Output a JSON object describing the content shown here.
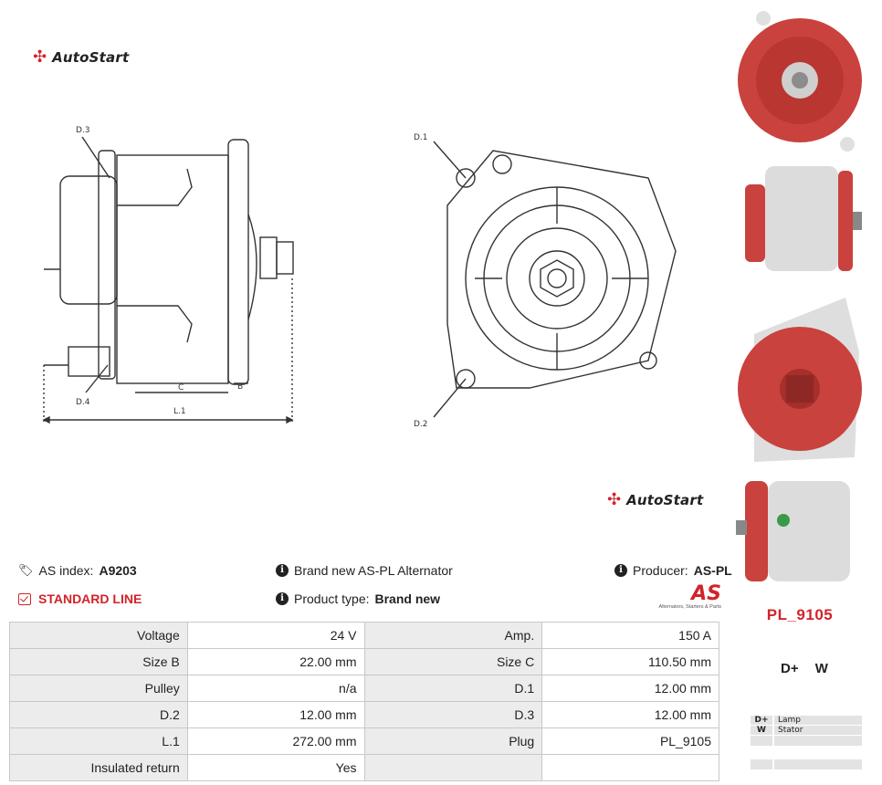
{
  "brand": {
    "name": "AutoStart"
  },
  "diagram": {
    "labels": {
      "d1": "D.1",
      "d2": "D.2",
      "d3": "D.3",
      "d4": "D.4",
      "b": "B",
      "c": "C",
      "l1": "L.1"
    }
  },
  "info": {
    "as_index_label": "AS index:",
    "as_index_value": "A9203",
    "line": "STANDARD LINE",
    "desc": "Brand new AS-PL Alternator",
    "product_type_label": "Product type:",
    "product_type_value": "Brand new",
    "producer_label": "Producer:",
    "producer_value": "AS-PL",
    "as_logo": "AS",
    "as_tagline": "Alternators, Starters & Parts"
  },
  "specs": [
    [
      {
        "label": "Voltage",
        "value": "24 V"
      },
      {
        "label": "Amp.",
        "value": "150 A"
      }
    ],
    [
      {
        "label": "Size B",
        "value": "22.00 mm"
      },
      {
        "label": "Size C",
        "value": "110.50 mm"
      }
    ],
    [
      {
        "label": "Pulley",
        "value": "n/a"
      },
      {
        "label": "D.1",
        "value": "12.00 mm"
      }
    ],
    [
      {
        "label": "D.2",
        "value": "12.00 mm"
      },
      {
        "label": "D.3",
        "value": "12.00 mm"
      }
    ],
    [
      {
        "label": "L.1",
        "value": "272.00 mm"
      },
      {
        "label": "Plug",
        "value": "PL_9105"
      }
    ],
    [
      {
        "label": "Insulated return",
        "value": "Yes"
      },
      {
        "label": "",
        "value": ""
      }
    ]
  ],
  "plug": {
    "code": "PL_9105",
    "terminals": "D+ W",
    "legend": [
      {
        "key": "D+",
        "desc": "Lamp"
      },
      {
        "key": "W",
        "desc": "Stator"
      }
    ]
  },
  "colors": {
    "accent": "#d2232a",
    "product_red": "#c9423d",
    "housing": "#d8d8d8"
  }
}
